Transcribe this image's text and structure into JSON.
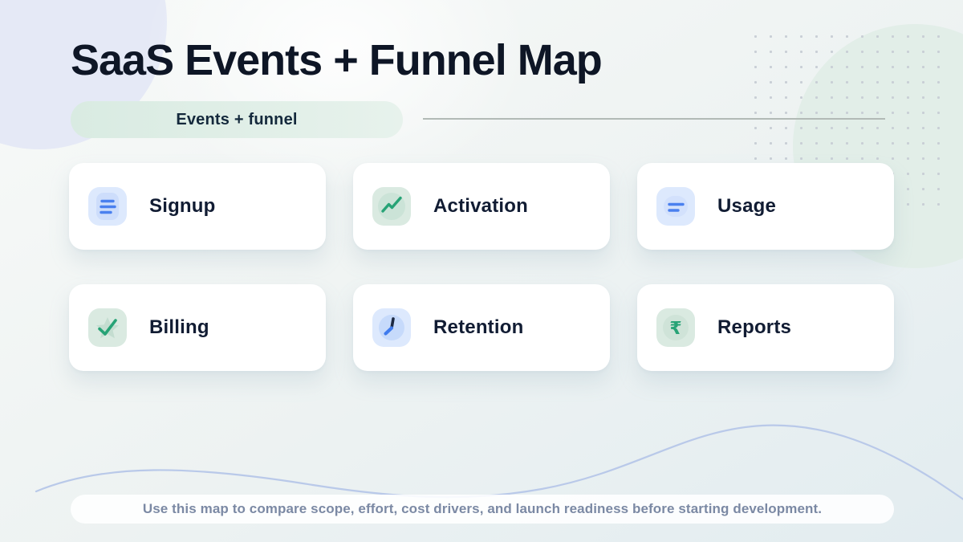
{
  "page": {
    "title": "SaaS Events + Funnel Map"
  },
  "badge": {
    "label": "Events + funnel"
  },
  "cards": [
    {
      "label": "Signup",
      "icon": "list-lines-icon",
      "tint": "blue"
    },
    {
      "label": "Activation",
      "icon": "trend-up-icon",
      "tint": "green"
    },
    {
      "label": "Usage",
      "icon": "two-lines-icon",
      "tint": "blue"
    },
    {
      "label": "Billing",
      "icon": "star-check-icon",
      "tint": "green"
    },
    {
      "label": "Retention",
      "icon": "clock-icon",
      "tint": "blue"
    },
    {
      "label": "Reports",
      "icon": "rupee-icon",
      "tint": "green"
    }
  ],
  "footer": {
    "note": "Use this map to compare scope, effort, cost drivers, and launch readiness before starting development."
  },
  "colors": {
    "accent_blue": "#4a80ef",
    "accent_green": "#27a376",
    "tile_blue": "#dde9fd",
    "tile_green": "#daeae1",
    "heading": "#0e1626",
    "badge_bg": "#ddece4",
    "footer_text": "#7b89a4",
    "wave": "#b9c9e9",
    "dot": "#c9cfd6"
  }
}
